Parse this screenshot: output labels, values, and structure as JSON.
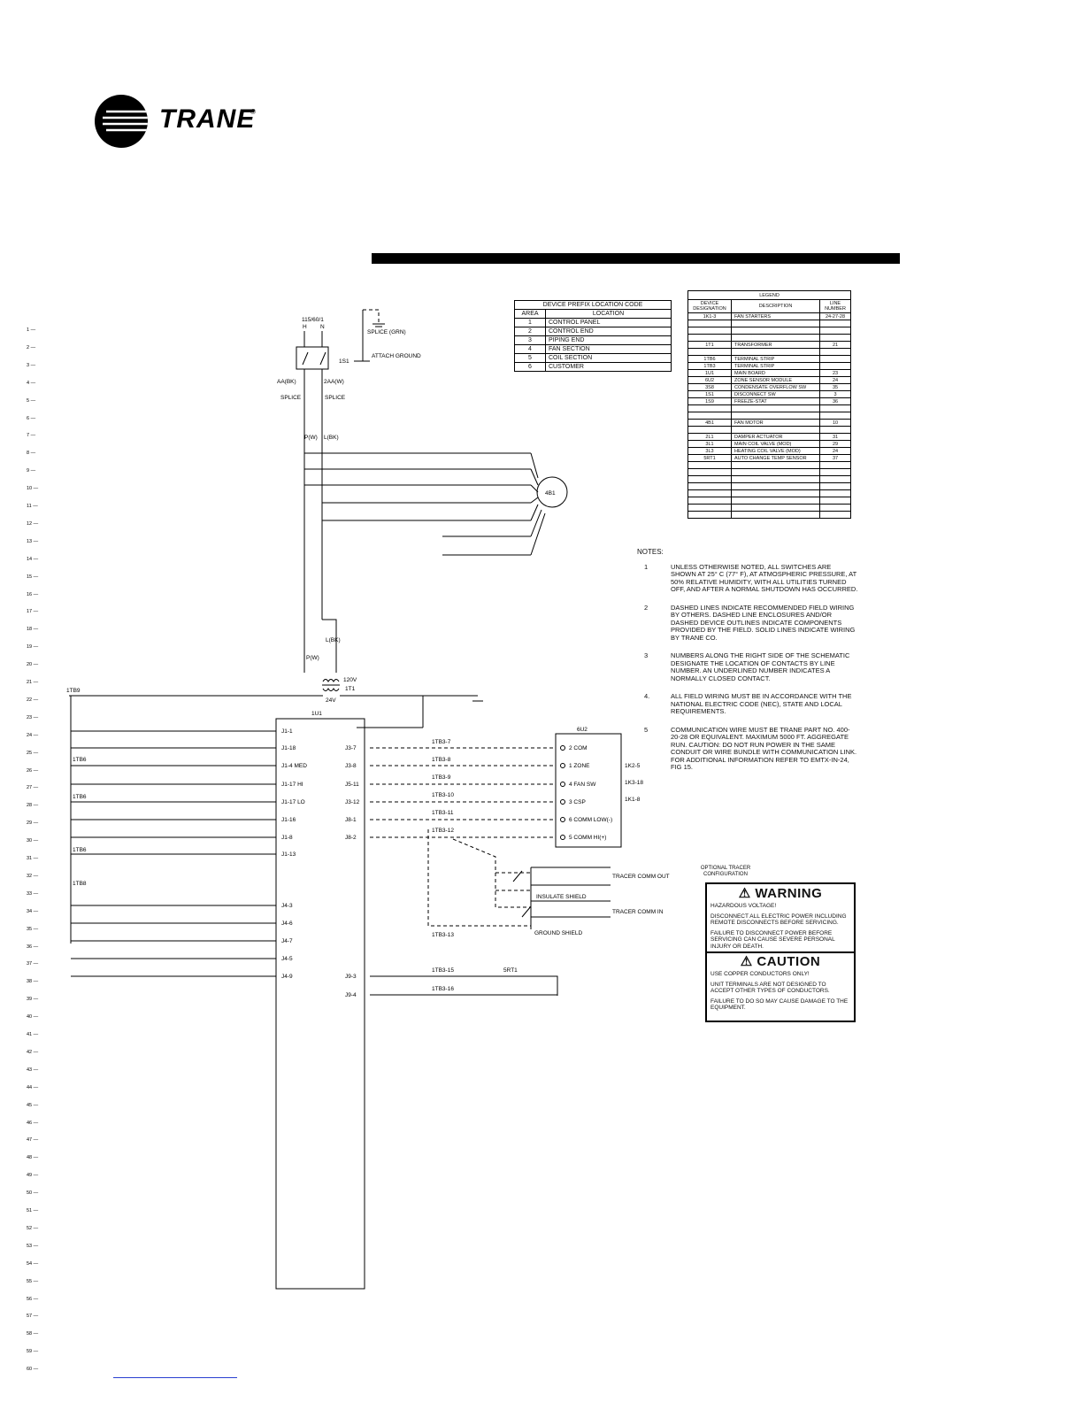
{
  "brand": {
    "name": "TRANE",
    "reg": "®"
  },
  "prefix_table": {
    "title": "DEVICE PREFIX LOCATION CODE",
    "headers": [
      "AREA",
      "LOCATION"
    ],
    "rows": [
      [
        "1",
        "CONTROL PANEL"
      ],
      [
        "2",
        "CONTROL END"
      ],
      [
        "3",
        "PIPING END"
      ],
      [
        "4",
        "FAN SECTION"
      ],
      [
        "5",
        "COIL SECTION"
      ],
      [
        "6",
        "CUSTOMER"
      ]
    ]
  },
  "legend_table": {
    "title": "LEGEND",
    "headers": [
      "DEVICE DESIGNATION",
      "DESCRIPTION",
      "LINE NUMBER"
    ],
    "rows": [
      [
        "1K1-3",
        "FAN STARTERS",
        "24-27-28"
      ],
      [
        "",
        "",
        ""
      ],
      [
        "",
        "",
        ""
      ],
      [
        "",
        "",
        ""
      ],
      [
        "1T1",
        "TRANSFORMER",
        "21"
      ],
      [
        "",
        "",
        ""
      ],
      [
        "1TB6",
        "TERMINAL STRIP",
        ""
      ],
      [
        "1TB3",
        "TERMINAL STRIP",
        ""
      ],
      [
        "1U1",
        "MAIN BOARD",
        "23"
      ],
      [
        "6U2",
        "ZONE SENSOR MODULE",
        "24"
      ],
      [
        "3S8",
        "CONDENSATE OVERFLOW SW",
        "35"
      ],
      [
        "1S1",
        "DISCONNECT SW",
        "3"
      ],
      [
        "1S9",
        "FREEZE-STAT",
        "36"
      ],
      [
        "",
        "",
        ""
      ],
      [
        "",
        "",
        ""
      ],
      [
        "4B1",
        "FAN MOTOR",
        "10"
      ],
      [
        "",
        "",
        ""
      ],
      [
        "2L1",
        "DAMPER ACTUATOR",
        "31"
      ],
      [
        "3L1",
        "MAIN COIL VALVE (MOD)",
        "29"
      ],
      [
        "3L3",
        "HEATING COIL VALVE (MOD)",
        "24"
      ],
      [
        "5RT1",
        "AUTO CHANGE TEMP SENSOR",
        "37"
      ],
      [
        "",
        "",
        ""
      ],
      [
        "",
        "",
        ""
      ],
      [
        "",
        "",
        ""
      ],
      [
        "",
        "",
        ""
      ],
      [
        "",
        "",
        ""
      ],
      [
        "",
        "",
        ""
      ],
      [
        "",
        "",
        ""
      ],
      [
        "",
        "",
        ""
      ]
    ]
  },
  "notes": {
    "header": "NOTES:",
    "items": [
      {
        "num": "1",
        "text": "Unless otherwise noted, all switches are shown at 25° C (77° F), at atmospheric pressure, at 50% relative humidity, with all utilities turned off, and after a normal shutdown has occurred."
      },
      {
        "num": "2",
        "text": "Dashed lines indicate recommended field wiring by others. Dashed line enclosures and/or dashed device outlines indicate components provided by the field. Solid lines indicate wiring by Trane Co."
      },
      {
        "num": "3",
        "text": "Numbers along the right side of the schematic designate the location of contacts by line number. An underlined number indicates a normally closed contact."
      },
      {
        "num": "4.",
        "text": "All field wiring must be in accordance with the National Electric Code (NEC), state and local requirements."
      },
      {
        "num": "5",
        "text": "Communication wire must be Trane part no. 400-20-28 or equivalent. Maximum 5000 ft. aggregate run. Caution: do not run power in the same conduit or wire bundle with communication link. For additional information refer to EMTX-IN-24, Fig 15."
      }
    ]
  },
  "optional_label": "OPTIONAL TRACER CONFIGURATION",
  "warning": {
    "title": "WARNING",
    "subtitle": "HAZARDOUS VOLTAGE!",
    "line1": "Disconnect all electric power including remote disconnects before servicing.",
    "line2": "Failure to disconnect power before servicing can cause severe personal injury or death."
  },
  "caution": {
    "title": "CAUTION",
    "line1": "Use copper conductors only!",
    "line2": "Unit terminals are not designed to accept other types of conductors.",
    "line3": "Failure to do so may cause damage to the equipment."
  },
  "schematic": {
    "power": "115/60/1",
    "h": "H",
    "n": "N",
    "splice_grn": "SPLICE (GRN)",
    "attach_ground": "ATTACH GROUND",
    "disconnect": "1S1",
    "wire_aa": "AA(BK)",
    "wire_2aa": "2AA(W)",
    "splice": "SPLICE",
    "wire_pw": "P(W)",
    "wire_lbk": "L(BK)",
    "motor": "4B1",
    "transformer": "1T1",
    "v120": "120V",
    "v24": "24V",
    "board": "1U1",
    "zone_sensor": "6U2",
    "zone_terms": [
      "2 COM",
      "1 ZONE",
      "4 FAN SW",
      "3 CSP",
      "6 COMM LOW(-)",
      "5 COMM HI(+)"
    ],
    "tracer_comm_out": "TRACER COMM OUT",
    "tracer_comm_in": "TRACER COMM IN",
    "insulate_shield": "INSULATE SHIELD",
    "ground_shield": "GROUND SHIELD",
    "j_left": [
      "J1-1",
      "J1-18",
      "J1-4 MED",
      "J1-17 HI",
      "J1-17 LO",
      "J1-16",
      "J1-8",
      "J1-13",
      "J4-3",
      "J4-6",
      "J4-7",
      "J4-5",
      "J4-9"
    ],
    "j_right": [
      "J3-7",
      "J3-8",
      "J5-11",
      "J3-12",
      "J8-1",
      "J8-2",
      "J9-3",
      "J9-4"
    ],
    "tb3_labels": [
      "1TB3-7",
      "1TB3-8",
      "1TB3-9",
      "1TB3-10",
      "1TB3-11",
      "1TB3-12",
      "1TB3-13",
      "1TB3-15",
      "1TB3-16"
    ],
    "relay_refs": [
      "1K2-5",
      "1K3-18",
      "1K1-8"
    ],
    "sensor": "5RT1",
    "tb_left": [
      "1TB9",
      "1TB6",
      "1TB6",
      "1TB6",
      "1TB8"
    ]
  },
  "line_numbers": [
    "1",
    "2",
    "3",
    "4",
    "5",
    "6",
    "7",
    "8",
    "9",
    "10",
    "11",
    "12",
    "13",
    "14",
    "15",
    "16",
    "17",
    "18",
    "19",
    "20",
    "21",
    "22",
    "23",
    "24",
    "25",
    "26",
    "27",
    "28",
    "29",
    "30",
    "31",
    "32",
    "33",
    "34",
    "35",
    "36",
    "37",
    "38",
    "39",
    "40",
    "41",
    "42",
    "43",
    "44",
    "45",
    "46",
    "47",
    "48",
    "49",
    "50",
    "51",
    "52",
    "53",
    "54",
    "55",
    "56",
    "57",
    "58",
    "59",
    "60"
  ]
}
